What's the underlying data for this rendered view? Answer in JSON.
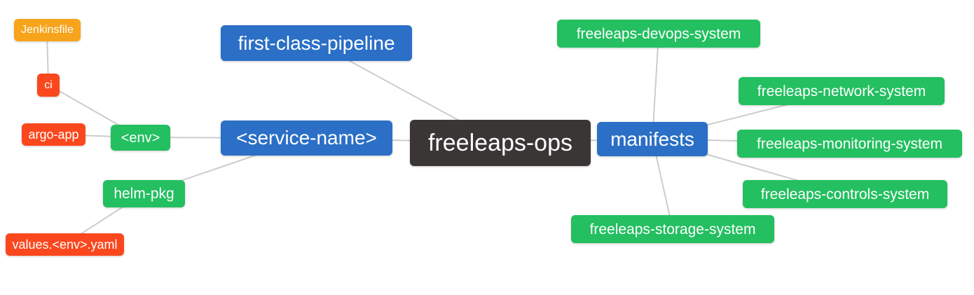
{
  "diagram": {
    "type": "mindmap",
    "root_label": "freeleaps-ops",
    "colors": {
      "root_bg": "#3b3636",
      "branch_blue_bg": "#2b6fc6",
      "leaf_green_bg": "#23bf60",
      "leaf_red_bg": "#fb471d",
      "leaf_amber_bg": "#f7a41c",
      "node_text": "#ffffff",
      "edge_line": "#cdcdcd",
      "canvas_bg": "#ffffff"
    },
    "nodes": [
      {
        "id": "jenkinsfile",
        "label": "Jenkinsfile",
        "role": "amber"
      },
      {
        "id": "ci",
        "label": "ci",
        "role": "red"
      },
      {
        "id": "argo-app",
        "label": "argo-app",
        "role": "red"
      },
      {
        "id": "env",
        "label": "<env>",
        "role": "green"
      },
      {
        "id": "helm-pkg",
        "label": "helm-pkg",
        "role": "green"
      },
      {
        "id": "values-env-yaml",
        "label": "values.<env>.yaml",
        "role": "red"
      },
      {
        "id": "first-class-pipeline",
        "label": "first-class-pipeline",
        "role": "blue"
      },
      {
        "id": "service-name",
        "label": "<service-name>",
        "role": "blue"
      },
      {
        "id": "freeleaps-ops",
        "label": "freeleaps-ops",
        "role": "root"
      },
      {
        "id": "manifests",
        "label": "manifests",
        "role": "blue"
      },
      {
        "id": "freeleaps-devops-system",
        "label": "freeleaps-devops-system",
        "role": "green"
      },
      {
        "id": "freeleaps-network-system",
        "label": "freeleaps-network-system",
        "role": "green"
      },
      {
        "id": "freeleaps-monitoring-system",
        "label": "freeleaps-monitoring-system",
        "role": "green"
      },
      {
        "id": "freeleaps-controls-system",
        "label": "freeleaps-controls-system",
        "role": "green"
      },
      {
        "id": "freeleaps-storage-system",
        "label": "freeleaps-storage-system",
        "role": "green"
      }
    ],
    "edges": [
      [
        "jenkinsfile",
        "ci"
      ],
      [
        "ci",
        "env"
      ],
      [
        "argo-app",
        "env"
      ],
      [
        "env",
        "service-name"
      ],
      [
        "helm-pkg",
        "service-name"
      ],
      [
        "values-env-yaml",
        "helm-pkg"
      ],
      [
        "first-class-pipeline",
        "freeleaps-ops"
      ],
      [
        "service-name",
        "freeleaps-ops"
      ],
      [
        "freeleaps-ops",
        "manifests"
      ],
      [
        "manifests",
        "freeleaps-devops-system"
      ],
      [
        "manifests",
        "freeleaps-network-system"
      ],
      [
        "manifests",
        "freeleaps-monitoring-system"
      ],
      [
        "manifests",
        "freeleaps-controls-system"
      ],
      [
        "manifests",
        "freeleaps-storage-system"
      ]
    ]
  }
}
